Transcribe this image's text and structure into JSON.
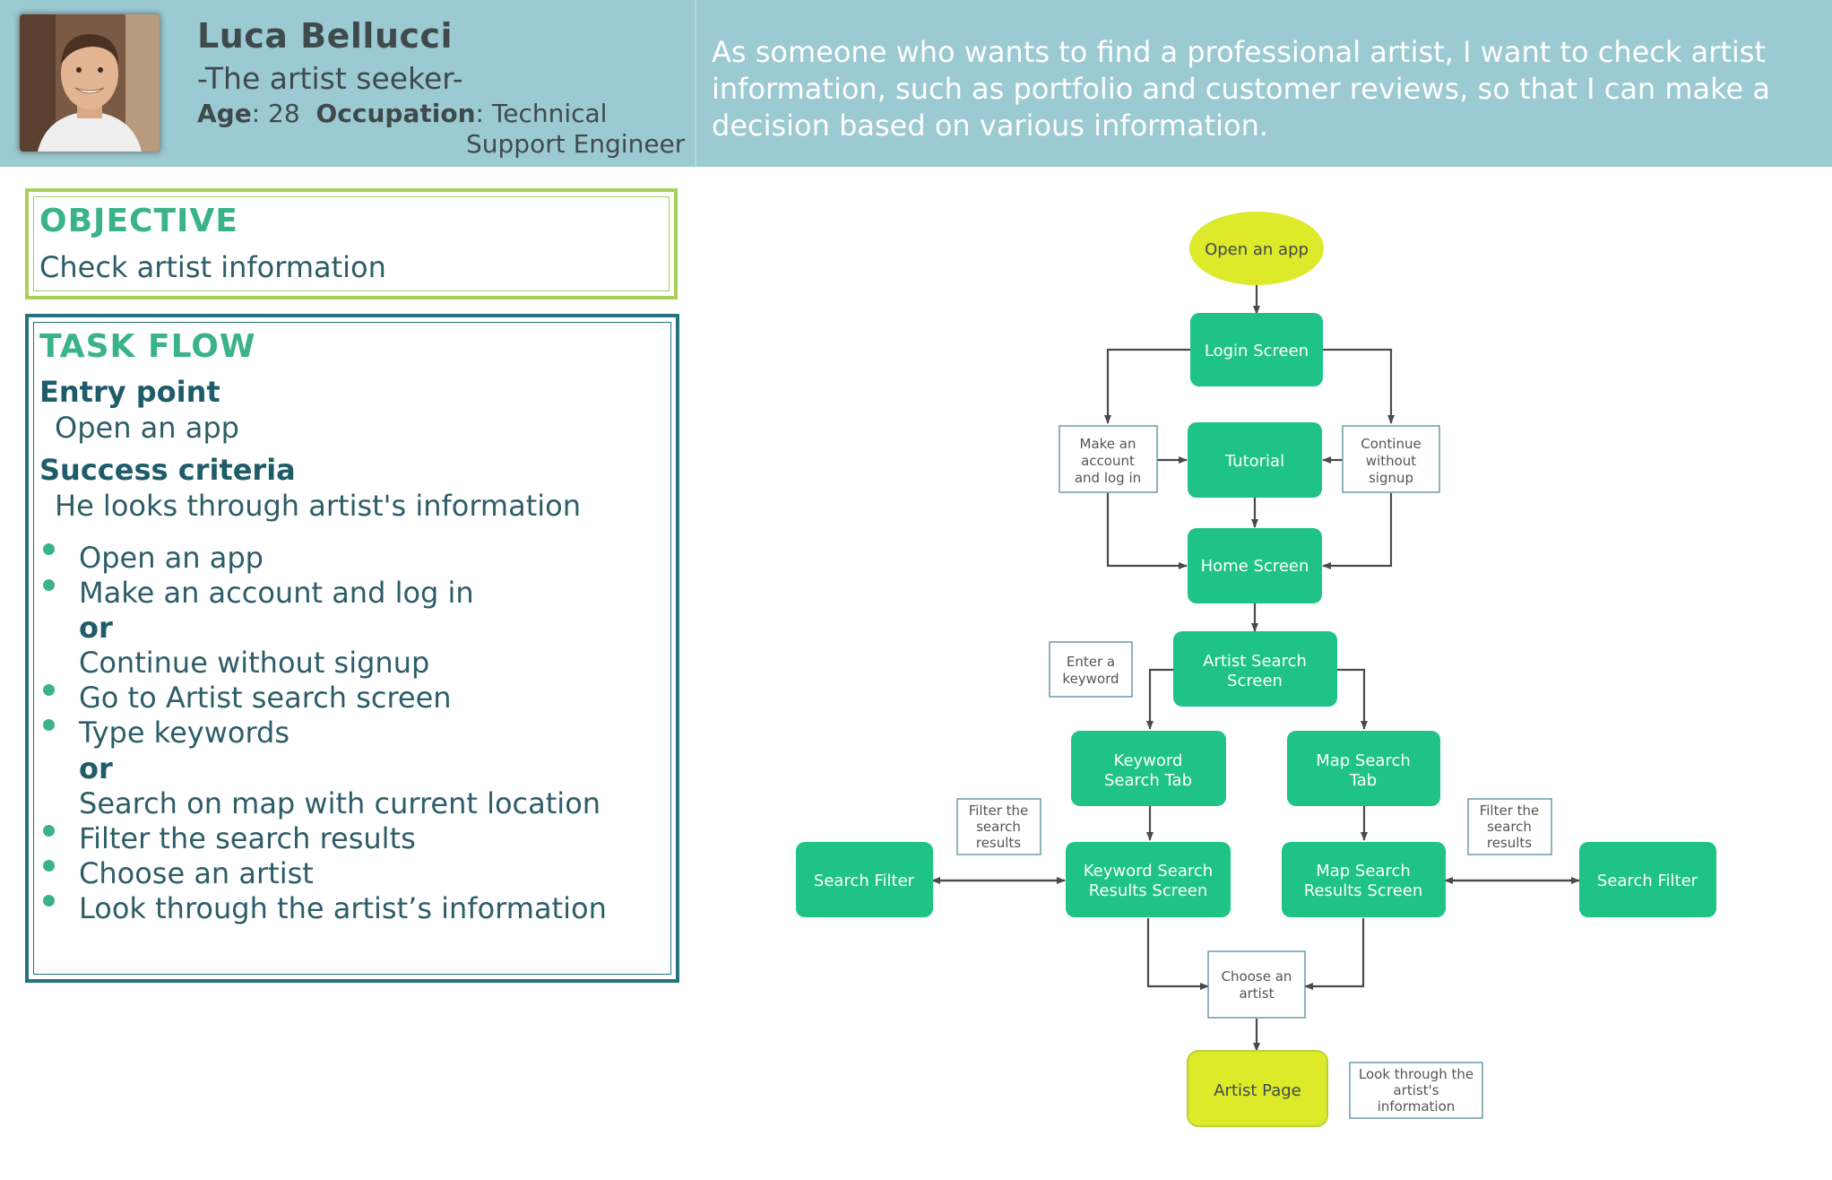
{
  "persona": {
    "name": "Luca Bellucci",
    "tagline": "-The artist seeker-",
    "age_label": "Age",
    "age": "28",
    "occupation_label": "Occupation",
    "occupation_line1": "Technical",
    "occupation_line2": "Support Engineer"
  },
  "user_story": "As someone who wants to find a professional artist, I want to check artist information, such as portfolio and customer reviews, so that I can make a decision based on various information.",
  "objective": {
    "heading": "OBJECTIVE",
    "text": "Check artist information"
  },
  "task_flow": {
    "heading": "TASK FLOW",
    "entry_point_label": "Entry point",
    "entry_point": "Open an app",
    "success_label": "Success criteria",
    "success": "He looks through artist's information",
    "steps": [
      "Open an app",
      "Make an account and log in",
      "or",
      "Continue without signup",
      "Go to Artist search screen",
      "Type keywords",
      "or",
      "Search on map with current location",
      "Filter the search results",
      "Choose an artist",
      "Look through the artist’s information"
    ]
  },
  "colors": {
    "header_bg": "#9ccad2",
    "node_green": "#1ec385",
    "node_yellow": "#dcea2a",
    "objective_border": "#a6d05a",
    "taskflow_border": "#25717f",
    "heading_green": "#3bb38a"
  },
  "flowchart": {
    "nodes": {
      "open_app": [
        "Open an app"
      ],
      "login": [
        "Login Screen"
      ],
      "tutorial": [
        "Tutorial"
      ],
      "home": [
        "Home Screen"
      ],
      "artist_search": [
        "Artist Search",
        "Screen"
      ],
      "keyword_tab": [
        "Keyword",
        "Search Tab"
      ],
      "map_tab": [
        "Map Search",
        "Tab"
      ],
      "keyword_results": [
        "Keyword Search",
        "Results Screen"
      ],
      "map_results": [
        "Map Search",
        "Results Screen"
      ],
      "search_filter_left": [
        "Search Filter"
      ],
      "search_filter_right": [
        "Search Filter"
      ],
      "artist_page": [
        "Artist Page"
      ]
    },
    "notes": {
      "make_account": [
        "Make an",
        "account",
        "and log in"
      ],
      "continue_without": [
        "Continue",
        "without",
        "signup"
      ],
      "enter_keyword": [
        "Enter a",
        "keyword"
      ],
      "filter_left": [
        "Filter the",
        "search",
        "results"
      ],
      "filter_right": [
        "Filter the",
        "search",
        "results"
      ],
      "choose_artist": [
        "Choose an",
        "artist"
      ],
      "look_through": [
        "Look through the",
        "artist's",
        "information"
      ]
    }
  }
}
